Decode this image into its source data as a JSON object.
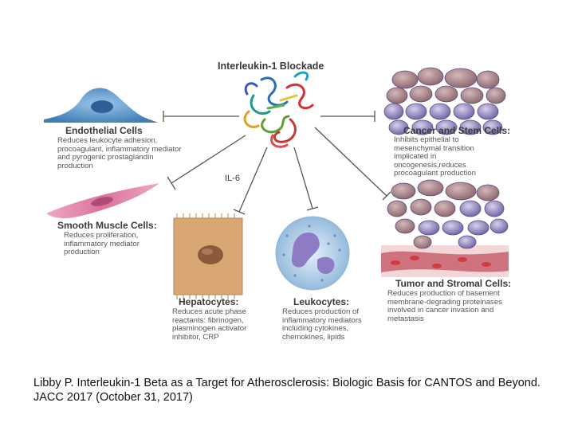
{
  "title": "Interleukin-1 Blockade",
  "il6_label": "IL-6",
  "panels": {
    "endothelial": {
      "heading": "Endothelial Cells",
      "text": "Reduces leukocyte adhesion, procoagulant, inflammatory mediator and pyrogenic prostaglandin production"
    },
    "smooth_muscle": {
      "heading": "Smooth Muscle Cells:",
      "text": "Reduces proliferation, inflammatory mediator production"
    },
    "hepatocytes": {
      "heading": "Hepatocytes:",
      "text": "Reduces acute phase reactants: fibrinogen, plasminogen activator inhibitor, CRP"
    },
    "leukocytes": {
      "heading": "Leukocytes:",
      "text": "Reduces production of inflammatory mediators including cytokines, chemokines, lipids"
    },
    "cancer_stem": {
      "heading": "Cancer and Stem Cells:",
      "text": "Inhibits epithelial to mesenchymal transition implicated in oncogenesis,reduces procoagulant production"
    },
    "tumor_stromal": {
      "heading": "Tumor and Stromal Cells:",
      "text": "Reduces production of basement membrane-degrading proteinases involved in cancer invasion and metastasis"
    }
  },
  "caption": "Libby P. Interleukin-1 Beta as a Target for Atherosclerosis: Biologic Basis for CANTOS and Beyond. JACC 2017 (October 31, 2017)",
  "colors": {
    "endothelial": "#4f8fc4",
    "smooth_muscle": "#d8739a",
    "hepatocyte": "#d9a872",
    "leukocyte": "#a9c9e2",
    "cancer_cell": "#8f7fbf",
    "stromal": "#c45a66",
    "arrow": "#555555"
  }
}
